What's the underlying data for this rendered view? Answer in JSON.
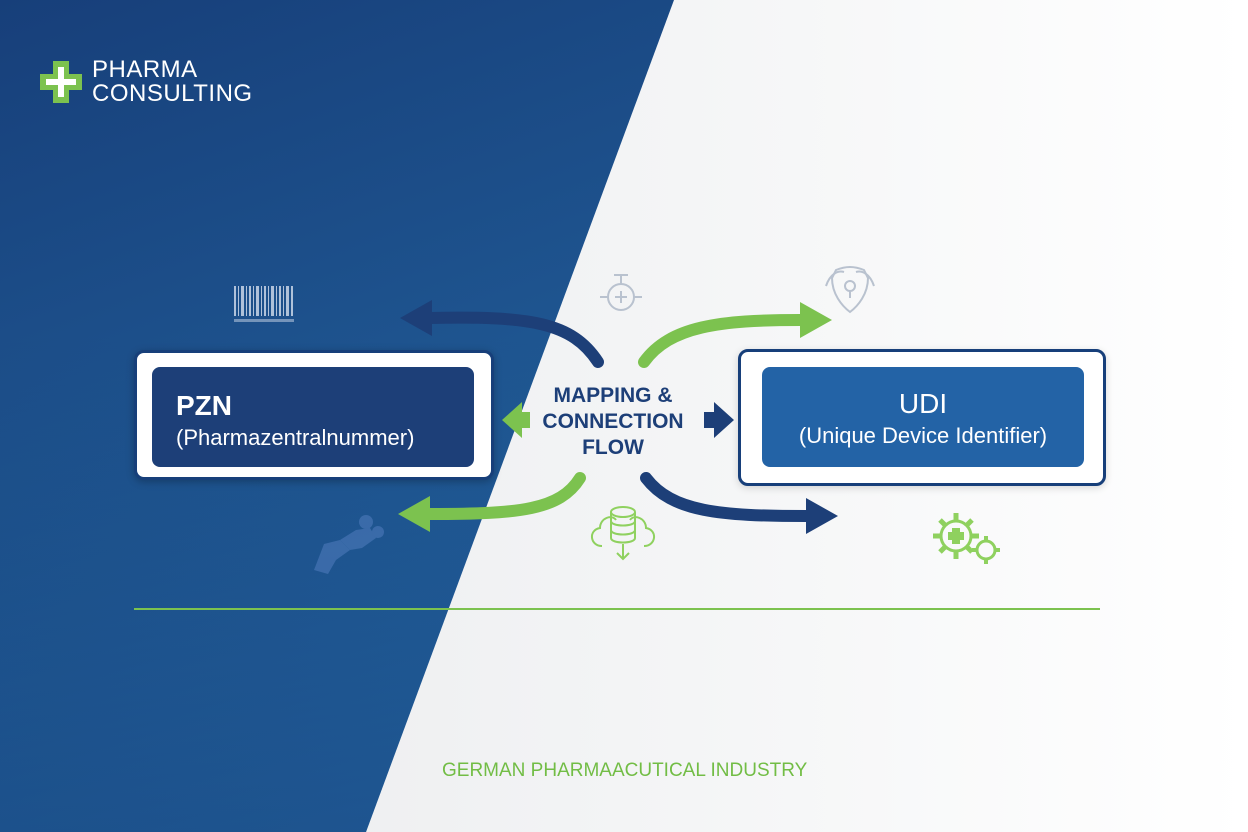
{
  "logo": {
    "line1": "PHARMA",
    "line2": "CONSULTING",
    "icon": "medical-cross-icon"
  },
  "left_box": {
    "title": "PZN",
    "subtitle": "(Pharmazentralnummer)"
  },
  "right_box": {
    "title": "UDI",
    "subtitle": "(Unique Device Identifier)"
  },
  "center": {
    "line1": "MAPPING &",
    "line2": "CONNECTION",
    "line3": "FLOW"
  },
  "footer": {
    "text": "GERMAN PHARMAACUTICAL INDUSTRY"
  },
  "icons": {
    "barcode": "barcode-icon",
    "medical_device": "medical-device-icon",
    "shield": "shield-icon",
    "handshake": "handshake-icon",
    "database_cloud": "database-cloud-icon",
    "gears": "medical-gears-icon"
  },
  "colors": {
    "navy": "#1d3f78",
    "blue": "#2363a6",
    "green": "#7cc24f"
  }
}
